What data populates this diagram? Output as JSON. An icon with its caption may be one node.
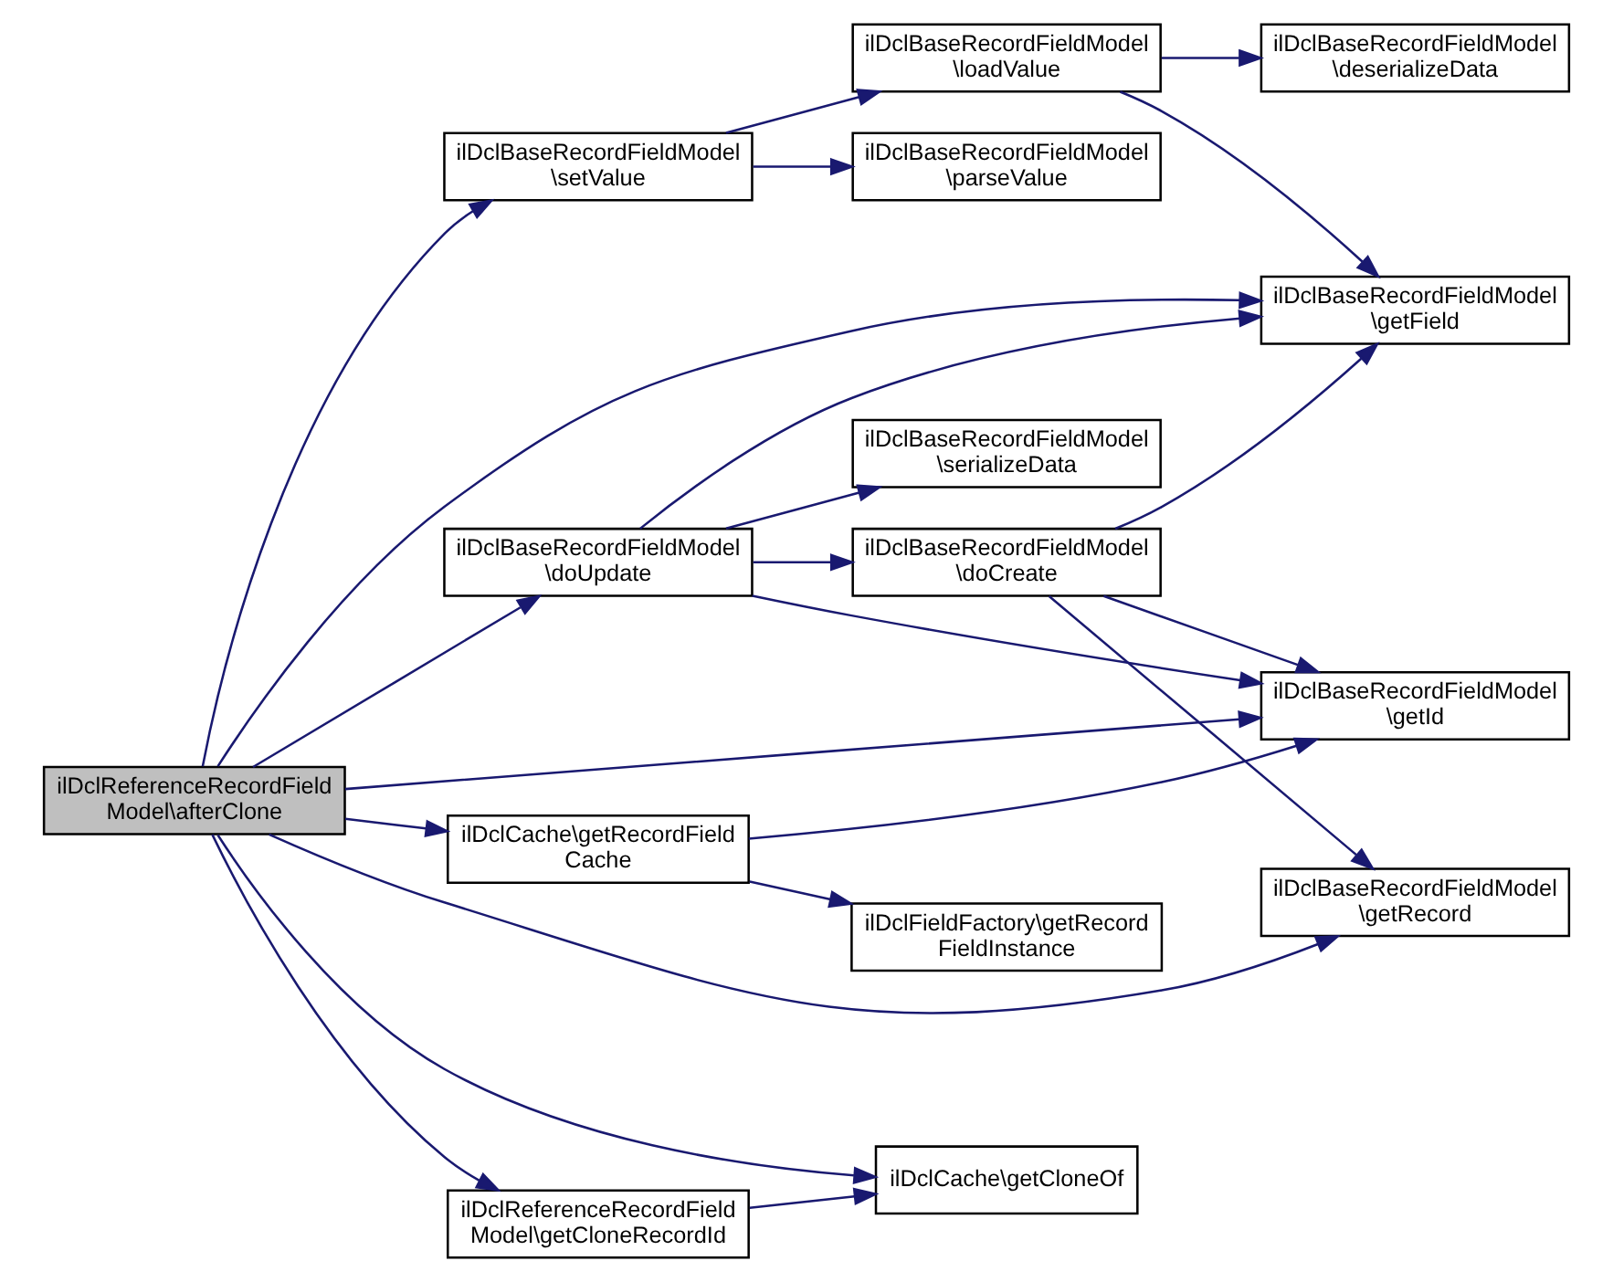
{
  "diagram": {
    "nodes": [
      {
        "text": [
          "ilDclReferenceRecordField Model\\afterClone"
        ]
      },
      {
        "text": [
          "ilDclBaseRecordFieldModel \\doUpdate"
        ]
      },
      {
        "text": [
          "ilDclBaseRecordFieldModel \\setValue"
        ]
      },
      {
        "text": [
          "ilDclCache\\getRecordField Cache"
        ]
      },
      {
        "text": [
          "ilDclReferenceRecordField Model\\getCloneRecordId"
        ]
      },
      {
        "text": [
          "ilDclBaseRecordFieldModel \\loadValue"
        ]
      },
      {
        "text": [
          "ilDclBaseRecordFieldModel \\doCreate"
        ]
      },
      {
        "text": [
          "ilDclBaseRecordFieldModel \\serializeData"
        ]
      },
      {
        "text": [
          "ilDclBaseRecordFieldModel \\parseValue"
        ]
      },
      {
        "text": [
          "ilDclFieldFactory\\getRecord FieldInstance"
        ]
      },
      {
        "text": [
          "ilDclCache\\getCloneOf"
        ]
      },
      {
        "text": [
          "ilDclBaseRecordFieldModel \\getField"
        ]
      },
      {
        "text": [
          "ilDclBaseRecordFieldModel \\deserializeData"
        ]
      },
      {
        "text": [
          "ilDclBaseRecordFieldModel \\getId"
        ]
      },
      {
        "text": [
          "ilDclBaseRecordFieldModel \\getRecord"
        ]
      }
    ],
    "edges": [
      {
        "from": 0,
        "to": 11,
        "arrow": "to"
      },
      {
        "from": 0,
        "to": 1,
        "arrow": "to"
      },
      {
        "from": 0,
        "to": 2,
        "arrow": "to"
      },
      {
        "from": 0,
        "to": 13,
        "arrow": "to"
      },
      {
        "from": 0,
        "to": 3,
        "arrow": "to"
      },
      {
        "from": 0,
        "to": 14,
        "arrow": "to"
      },
      {
        "from": 0,
        "to": 10,
        "arrow": "to"
      },
      {
        "from": 0,
        "to": 4,
        "arrow": "to"
      },
      {
        "from": 1,
        "to": 11,
        "arrow": "to"
      },
      {
        "from": 1,
        "to": 6,
        "arrow": "to"
      },
      {
        "from": 1,
        "to": 13,
        "arrow": "to"
      },
      {
        "from": 1,
        "to": 7,
        "arrow": "to"
      },
      {
        "from": 2,
        "to": 5,
        "arrow": "to"
      },
      {
        "from": 2,
        "to": 8,
        "arrow": "to"
      },
      {
        "from": 3,
        "to": 13,
        "arrow": "to"
      },
      {
        "from": 3,
        "to": 9,
        "arrow": "to"
      },
      {
        "from": 4,
        "to": 10,
        "arrow": "to"
      },
      {
        "from": 5,
        "to": 11,
        "arrow": "to"
      },
      {
        "from": 5,
        "to": 12,
        "arrow": "to"
      },
      {
        "from": 6,
        "to": 11,
        "arrow": "to"
      },
      {
        "from": 6,
        "to": 13,
        "arrow": "to"
      },
      {
        "from": 6,
        "to": 14,
        "arrow": "to"
      }
    ]
  }
}
